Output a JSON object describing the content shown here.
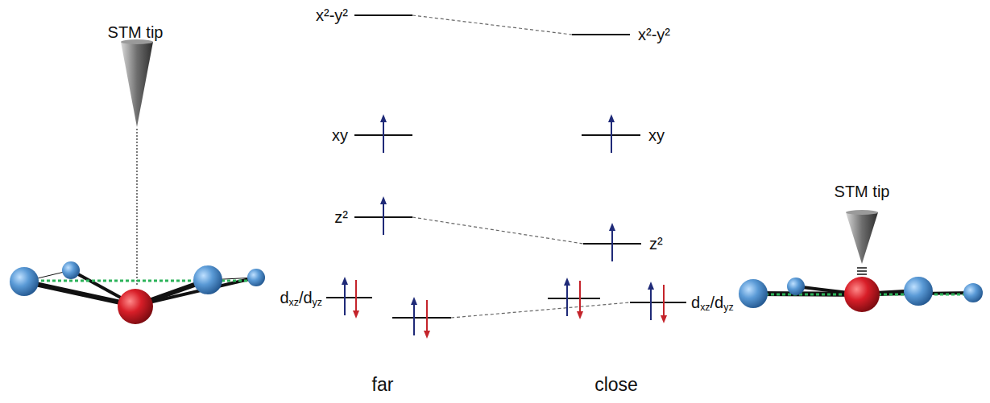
{
  "diagram": {
    "labels": [
      "STM tip",
      "x²-y²",
      "x²-y²",
      "xy",
      "xy",
      "z²",
      "z²",
      "dxz/dyz",
      "dxz/dyz",
      "far",
      "close",
      "STM tip"
    ]
  }
}
